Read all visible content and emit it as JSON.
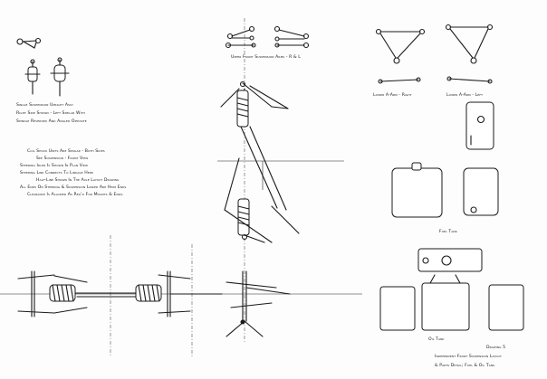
{
  "drawing": {
    "upright_note": [
      "Single Suspension Upright Assy",
      "Right Side Shown - Left Similar With",
      "Spindle Reversed And Angled Opposite"
    ],
    "upper_arms_label": "Upper Front Suspension Arms - R & L",
    "lower_right_label": "Lower A-Arm - Right",
    "lower_left_label": "Lower A-Arm - Left",
    "coil_notes": [
      "Coil Shock Units Are Similar - Both Sides",
      "See Suspension - Front View",
      "Steering Idler Is Shown In Plan View",
      "Steering Link Connects To Linkage Here",
      "Half-Line Shown In The Axle Layout Drawing",
      "All Ends On Steering & Suspension Linked Are Heim Ends",
      "Clearance Is Allowed As Req'd For Mounts & Ends."
    ],
    "fuel_tank_label": "Fuel Tank",
    "oil_tank_label": "Oil Tank",
    "title_block": [
      "Drawing 5",
      "Independent Front Suspension Layout",
      "& Parts Detail; Fuel & Oil Tank"
    ]
  },
  "colors": {
    "ink": "#1b1b1b",
    "paper": "#fdfdfd"
  }
}
